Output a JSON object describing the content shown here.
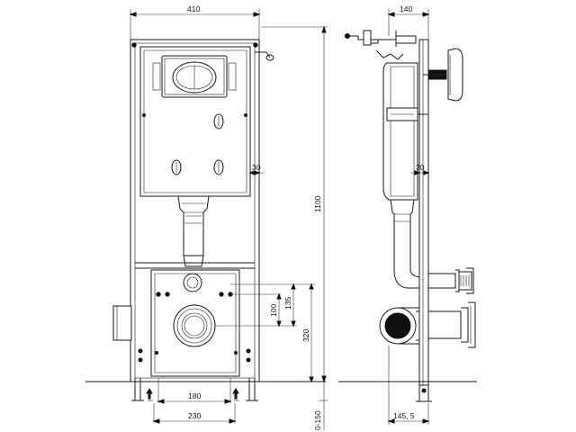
{
  "dimensions": {
    "front_width": "410",
    "side_depth": "140",
    "total_height": "1100",
    "offset_30_front": "30",
    "offset_30_side": "30",
    "dim_135": "135",
    "dim_100": "100",
    "dim_320": "320",
    "dim_180": "180",
    "dim_230": "230",
    "adjust_range": "0-150",
    "side_bottom": "145, 5"
  }
}
